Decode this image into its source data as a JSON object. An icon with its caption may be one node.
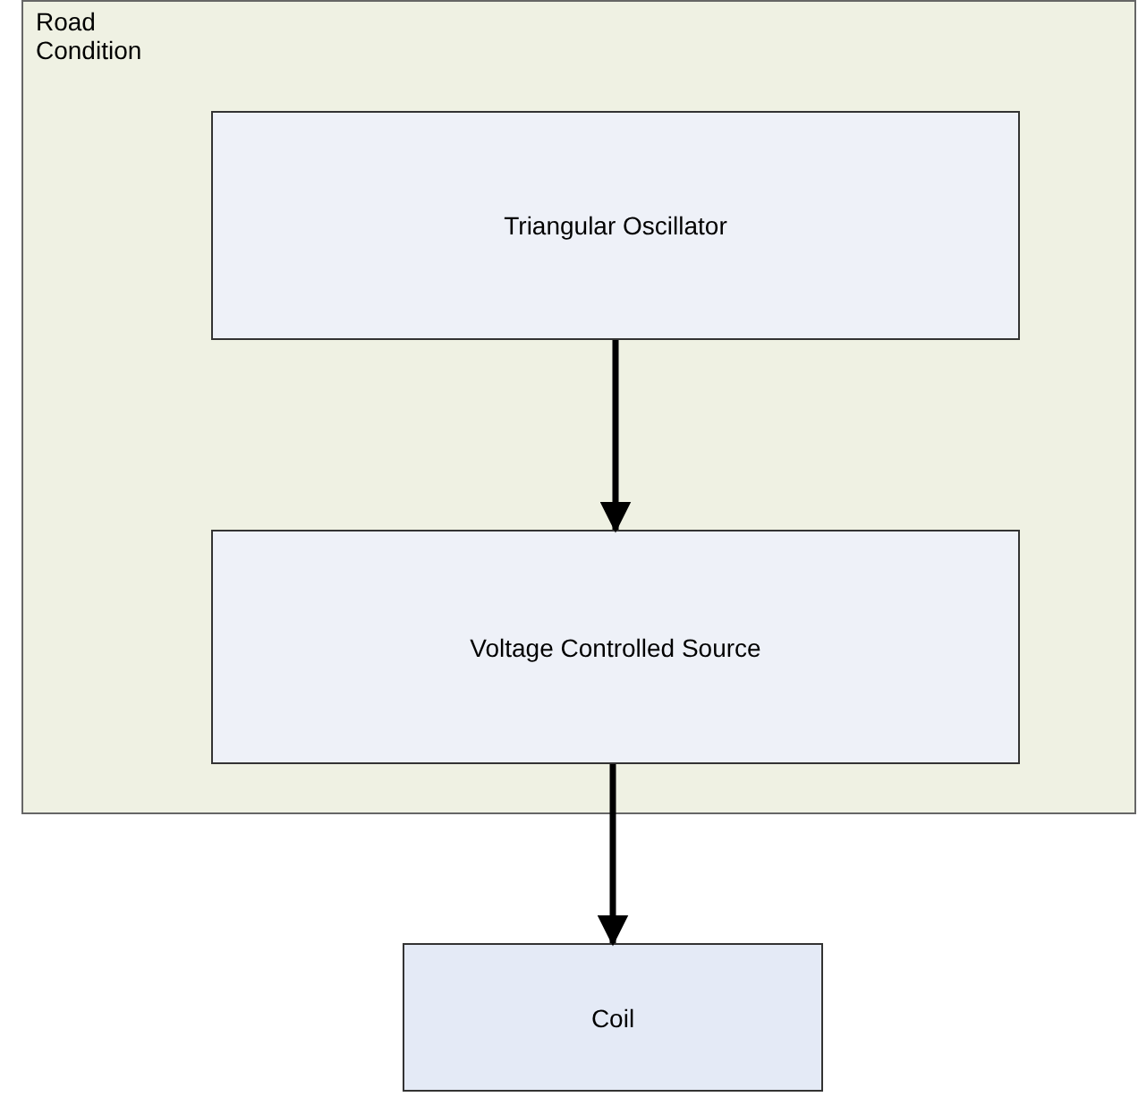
{
  "diagram": {
    "nodes": [
      {
        "text": [
          "Road Condition"
        ]
      },
      {
        "text": [
          "Triangular Oscillator"
        ],
        "in": 0
      },
      {
        "text": [
          "Voltage Controlled Source"
        ],
        "in": 0
      },
      {
        "text": [
          "Coil"
        ]
      }
    ],
    "edges": [
      {
        "from": 1,
        "to": 2,
        "arrow": "to"
      },
      {
        "from": 2,
        "to": 3,
        "arrow": "to"
      }
    ]
  }
}
